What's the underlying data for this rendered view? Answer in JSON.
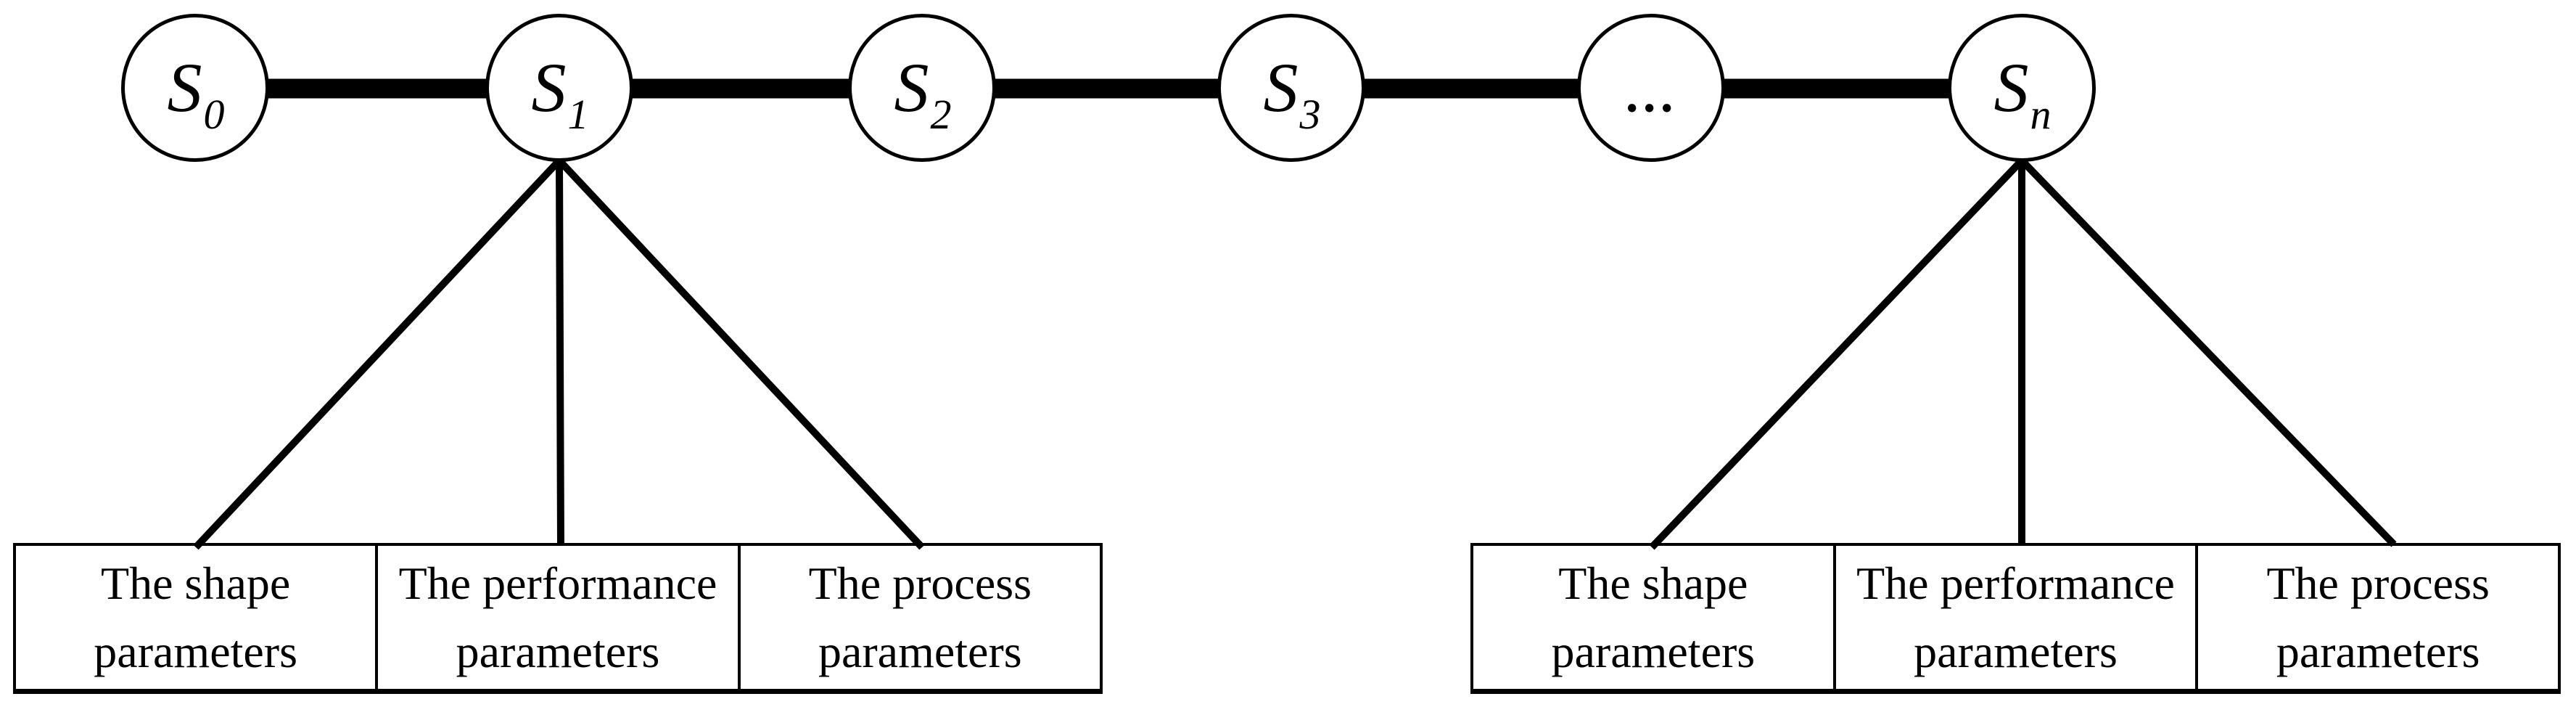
{
  "diagram": {
    "kind": "state-chain-with-parameter-boxes",
    "colors": {
      "stroke": "#000000",
      "background": "#ffffff"
    },
    "nodes": [
      {
        "main": "S",
        "sub": "0"
      },
      {
        "main": "S",
        "sub": "1"
      },
      {
        "main": "S",
        "sub": "2"
      },
      {
        "main": "S",
        "sub": "3"
      },
      {
        "main": "...",
        "sub": ""
      },
      {
        "main": "S",
        "sub": "n"
      }
    ],
    "groups": [
      {
        "attached_node": "S1",
        "boxes": [
          {
            "lines": [
              "The shape",
              "parameters"
            ]
          },
          {
            "lines": [
              "The performance",
              "parameters"
            ]
          },
          {
            "lines": [
              "The process",
              "parameters"
            ]
          }
        ]
      },
      {
        "attached_node": "Sn",
        "boxes": [
          {
            "lines": [
              "The shape",
              "parameters"
            ]
          },
          {
            "lines": [
              "The performance",
              "parameters"
            ]
          },
          {
            "lines": [
              "The process",
              "parameters"
            ]
          }
        ]
      }
    ]
  }
}
